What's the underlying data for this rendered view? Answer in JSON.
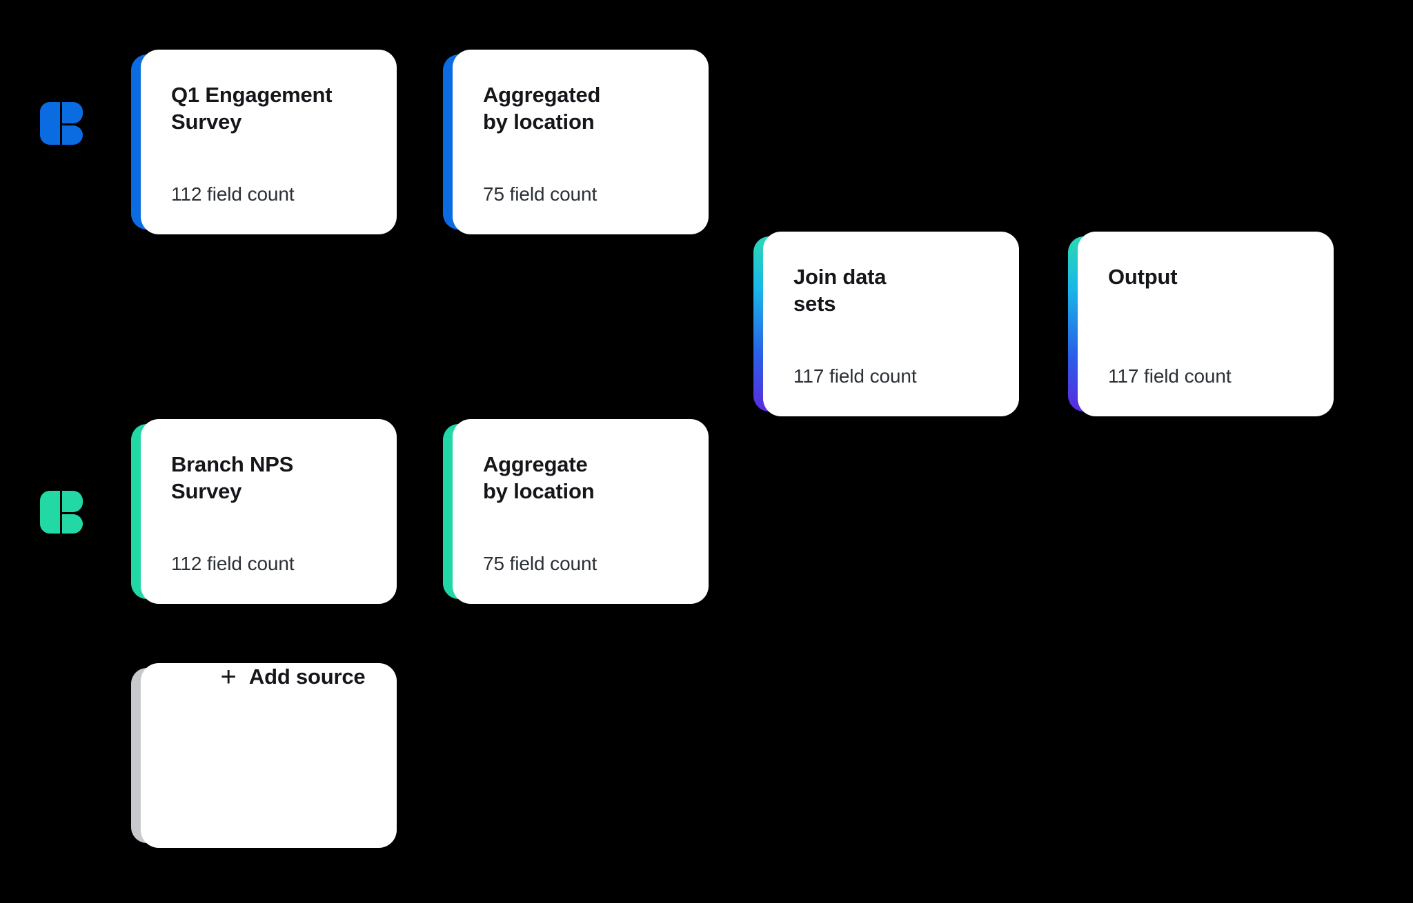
{
  "canvas": {
    "background": "#000000",
    "card_background": "#ffffff"
  },
  "colors": {
    "blue_accent": "#0b6be0",
    "green_accent": "#22d9a5",
    "grey_accent": "#c7c9cc",
    "gradient_teal": "#2bd9b4",
    "gradient_cyan": "#19b6e8",
    "gradient_blue": "#2a5fe8",
    "gradient_violet": "#5b2ae0",
    "title_text": "#14161a",
    "meta_text": "#2b2f36"
  },
  "sources": [
    {
      "name": "blue-source-icon",
      "color": "#0b6be0"
    },
    {
      "name": "green-source-icon",
      "color": "#22d9a5"
    }
  ],
  "nodes": [
    {
      "id": "q1-engagement-survey",
      "title": "Q1 Engagement\nSurvey",
      "meta": "112 field count",
      "accent": "blue"
    },
    {
      "id": "aggregated-by-location",
      "title": "Aggregated\nby location",
      "meta": "75 field count",
      "accent": "blue"
    },
    {
      "id": "join-data-sets",
      "title": "Join data\nsets",
      "meta": "117 field count",
      "accent": "gradient"
    },
    {
      "id": "output",
      "title": "Output",
      "meta": "117 field count",
      "accent": "gradient"
    },
    {
      "id": "branch-nps-survey",
      "title": "Branch NPS\nSurvey",
      "meta": "112 field count",
      "accent": "green"
    },
    {
      "id": "aggregate-by-location",
      "title": "Aggregate\nby location",
      "meta": "75 field count",
      "accent": "green"
    }
  ],
  "add_source": {
    "plus": "+",
    "label": "Add source",
    "accent": "grey"
  }
}
